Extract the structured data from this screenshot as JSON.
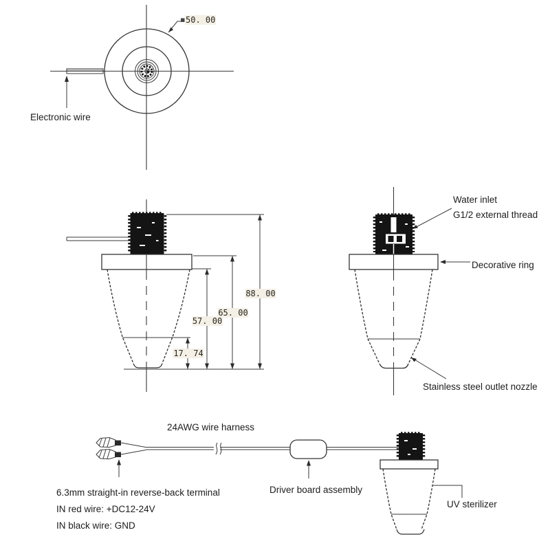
{
  "page": {
    "background": "#ffffff",
    "line_color": "#333333",
    "text_color": "#1c1c1c"
  },
  "labels": {
    "electronic_wire": "Electronic wire",
    "water_inlet": "Water inlet",
    "thread_spec": "G1/2 external thread",
    "decorative_ring": "Decorative ring",
    "outlet_nozzle": "Stainless steel outlet nozzle",
    "wire_harness": "24AWG wire harness",
    "terminal": "6.3mm straight-in reverse-back terminal",
    "red_wire": "IN red wire: +DC12-24V",
    "black_wire": "IN black wire: GND",
    "driver_board": "Driver board assembly",
    "uv_sterilizer": "UV sterilizer"
  },
  "dimensions": {
    "top_diameter": "50. 00",
    "total_height": "88. 00",
    "ring_to_tip": "65. 00",
    "body_height": "57. 00",
    "nozzle_height": "17. 74"
  }
}
